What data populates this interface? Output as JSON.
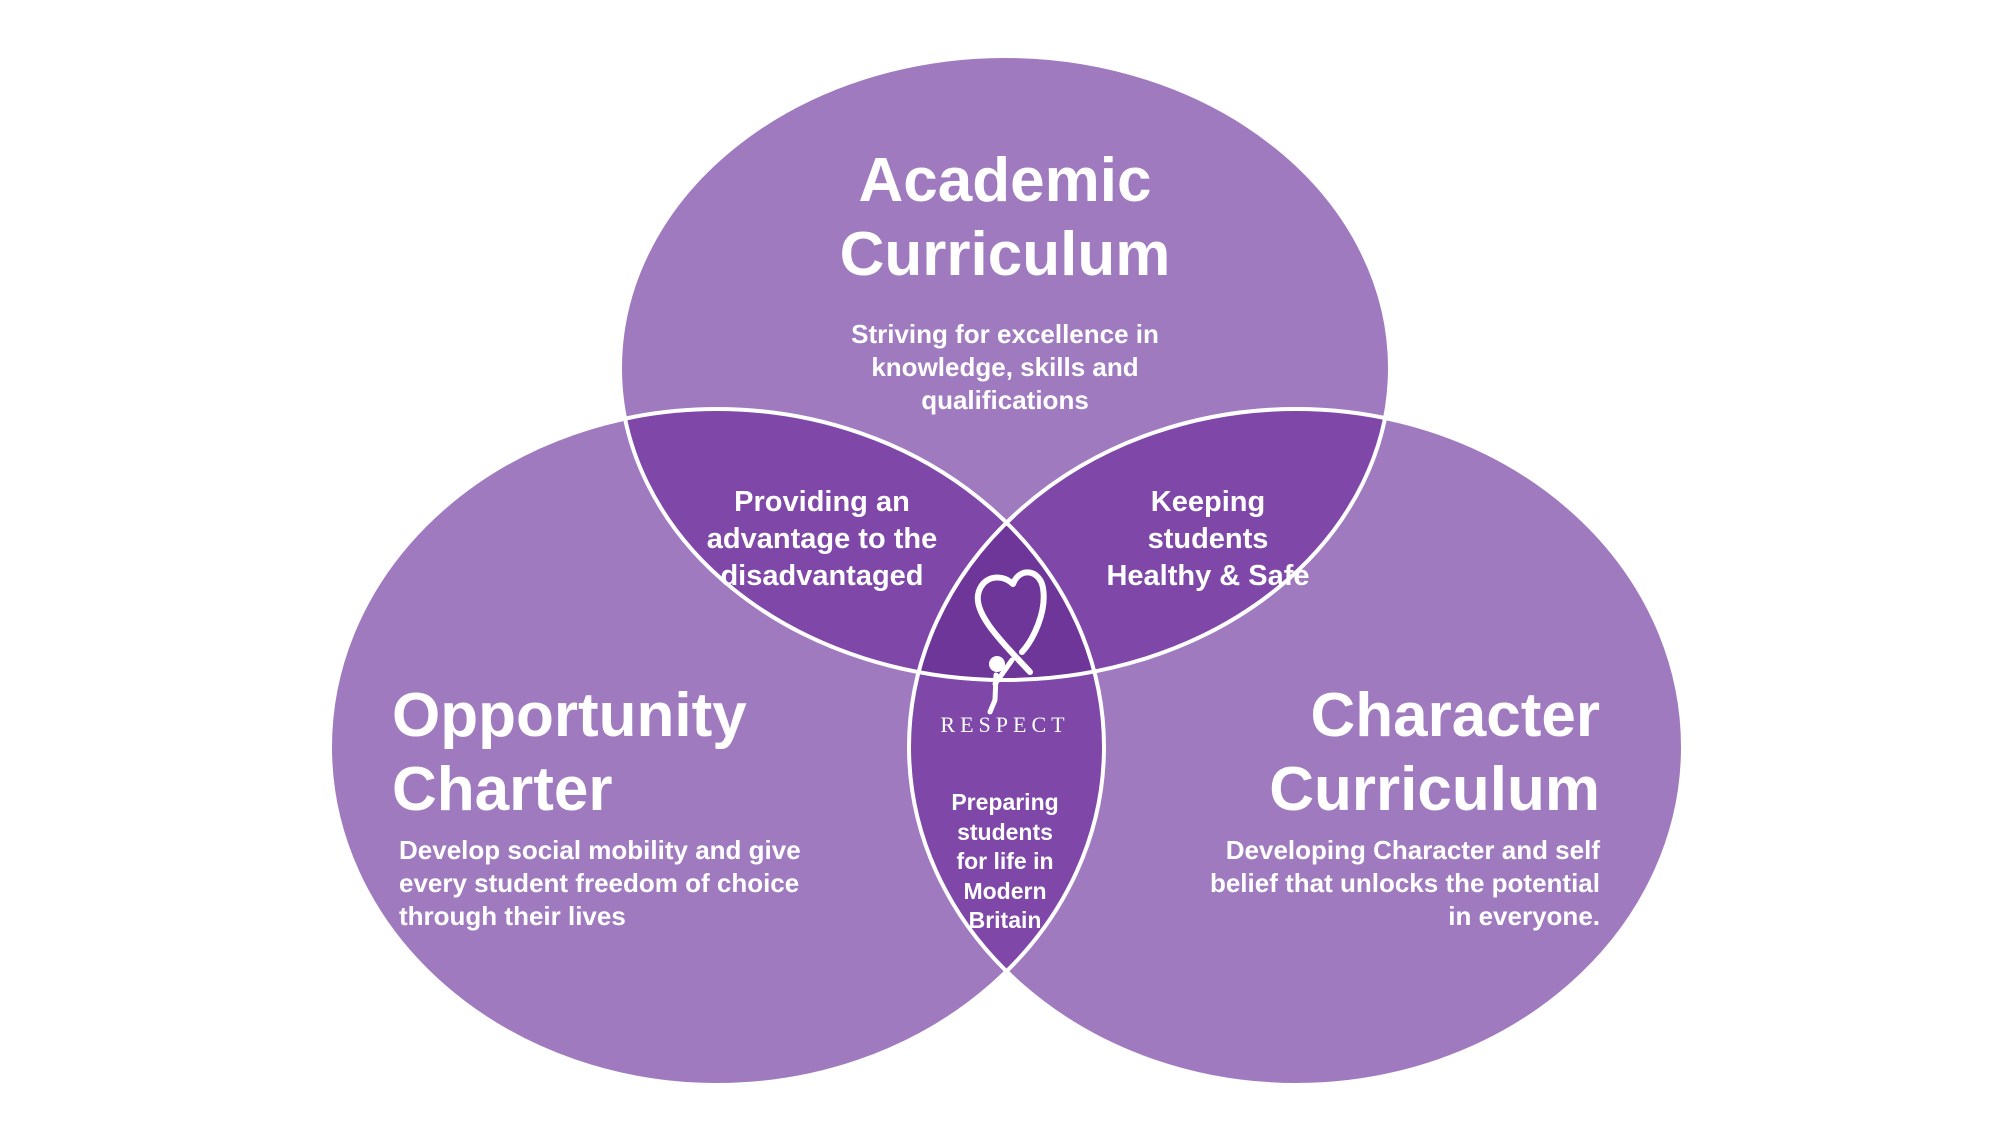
{
  "colors": {
    "circle_fill": "#a07abf",
    "overlap_fill": "#7e47a8",
    "center_fill": "#6f3699",
    "outline": "#ffffff",
    "text": "#ffffff"
  },
  "circles": {
    "academic": {
      "title_line1": "Academic",
      "title_line2": "Curriculum",
      "desc_line1": "Striving for excellence in",
      "desc_line2": "knowledge, skills and",
      "desc_line3": "qualifications"
    },
    "opportunity": {
      "title_line1": "Opportunity",
      "title_line2": "Charter",
      "desc_line1": "Develop social mobility and give",
      "desc_line2": "every student freedom of choice",
      "desc_line3": "through their lives"
    },
    "character": {
      "title_line1": "Character",
      "title_line2": "Curriculum",
      "desc_line1": "Developing Character and self",
      "desc_line2": "belief that unlocks the potential",
      "desc_line3": "in everyone."
    }
  },
  "overlaps": {
    "academic_opportunity": {
      "line1": "Providing an",
      "line2": "advantage to the",
      "line3": "disadvantaged"
    },
    "academic_character": {
      "line1": "Keeping",
      "line2": "students",
      "line3": "Healthy & Safe"
    },
    "center": {
      "logo_word": "RESPECT",
      "logo_icon": "heart-person-icon",
      "line1": "Preparing",
      "line2": "students",
      "line3": "for life in",
      "line4": "Modern",
      "line5": "Britain"
    }
  }
}
